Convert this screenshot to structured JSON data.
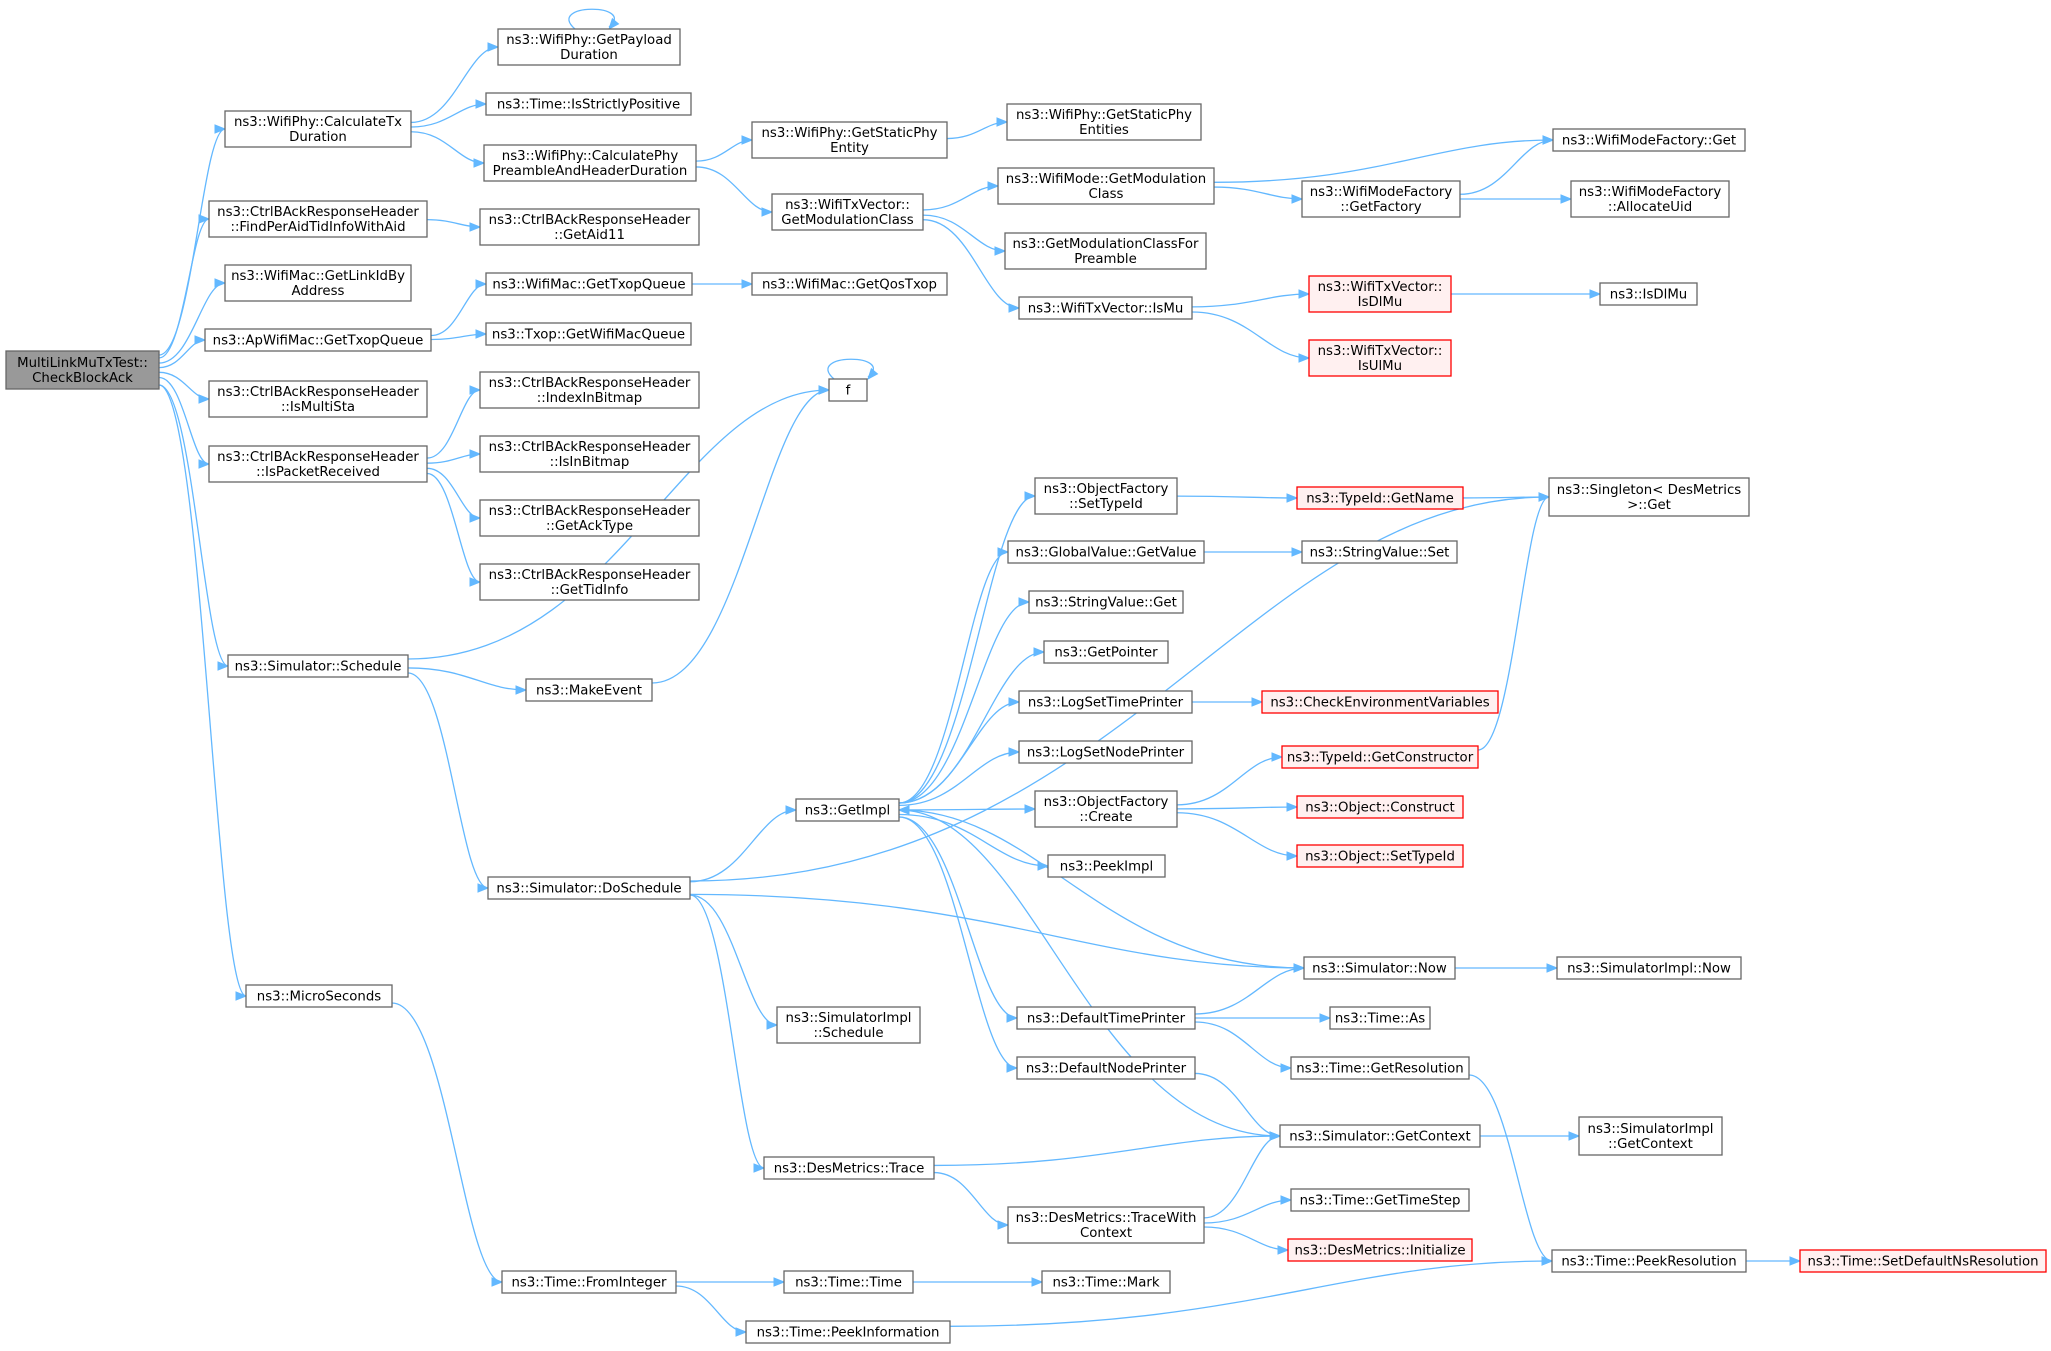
{
  "colors": {
    "edge": "#63b8ff",
    "node_border": "#666666",
    "node_fill": "#ffffff",
    "root_fill": "#999999",
    "truncated_border": "#ff0000",
    "truncated_fill": "#fff0f0"
  },
  "nodes": [
    {
      "id": "root",
      "lines": [
        "MultiLinkMuTxTest::",
        "CheckBlockAck"
      ],
      "style": "root"
    },
    {
      "id": "calcTx",
      "lines": [
        "ns3::WifiPhy::CalculateTx",
        "Duration"
      ]
    },
    {
      "id": "ctrlFind",
      "lines": [
        "ns3::CtrlBAckResponseHeader",
        "::FindPerAidTidInfoWithAid"
      ]
    },
    {
      "id": "getLinkId",
      "lines": [
        "ns3::WifiMac::GetLinkIdBy",
        "Address"
      ]
    },
    {
      "id": "apGetTxop",
      "lines": [
        "ns3::ApWifiMac::GetTxopQueue"
      ]
    },
    {
      "id": "isMultiSta",
      "lines": [
        "ns3::CtrlBAckResponseHeader",
        "::IsMultiSta"
      ]
    },
    {
      "id": "isPacketRcv",
      "lines": [
        "ns3::CtrlBAckResponseHeader",
        "::IsPacketReceived"
      ]
    },
    {
      "id": "simSchedule",
      "lines": [
        "ns3::Simulator::Schedule"
      ]
    },
    {
      "id": "microSec",
      "lines": [
        "ns3::MicroSeconds"
      ]
    },
    {
      "id": "getPayload",
      "lines": [
        "ns3::WifiPhy::GetPayload",
        "Duration"
      ]
    },
    {
      "id": "isStrictly",
      "lines": [
        "ns3::Time::IsStrictlyPositive"
      ]
    },
    {
      "id": "calcPhy",
      "lines": [
        "ns3::WifiPhy::CalculatePhy",
        "PreambleAndHeaderDuration"
      ]
    },
    {
      "id": "getAid11",
      "lines": [
        "ns3::CtrlBAckResponseHeader",
        "::GetAid11"
      ]
    },
    {
      "id": "wmGetTxop",
      "lines": [
        "ns3::WifiMac::GetTxopQueue"
      ]
    },
    {
      "id": "txopGetMacQ",
      "lines": [
        "ns3::Txop::GetWifiMacQueue"
      ]
    },
    {
      "id": "indexInBitmap",
      "lines": [
        "ns3::CtrlBAckResponseHeader",
        "::IndexInBitmap"
      ]
    },
    {
      "id": "isInBitmap",
      "lines": [
        "ns3::CtrlBAckResponseHeader",
        "::IsInBitmap"
      ]
    },
    {
      "id": "getAckType",
      "lines": [
        "ns3::CtrlBAckResponseHeader",
        "::GetAckType"
      ]
    },
    {
      "id": "getTidInfo",
      "lines": [
        "ns3::CtrlBAckResponseHeader",
        "::GetTidInfo"
      ]
    },
    {
      "id": "makeEvent",
      "lines": [
        "ns3::MakeEvent"
      ]
    },
    {
      "id": "doSchedule",
      "lines": [
        "ns3::Simulator::DoSchedule"
      ]
    },
    {
      "id": "fromInteger",
      "lines": [
        "ns3::Time::FromInteger"
      ]
    },
    {
      "id": "getStaticPhyEntity",
      "lines": [
        "ns3::WifiPhy::GetStaticPhy",
        "Entity"
      ]
    },
    {
      "id": "txvGetModClass",
      "lines": [
        "ns3::WifiTxVector::",
        "GetModulationClass"
      ]
    },
    {
      "id": "getQosTxop",
      "lines": [
        "ns3::WifiMac::GetQosTxop"
      ]
    },
    {
      "id": "f",
      "lines": [
        "f"
      ]
    },
    {
      "id": "getImpl",
      "lines": [
        "ns3::GetImpl"
      ]
    },
    {
      "id": "simImplSchedule",
      "lines": [
        "ns3::SimulatorImpl",
        "::Schedule"
      ]
    },
    {
      "id": "desTrace",
      "lines": [
        "ns3::DesMetrics::Trace"
      ]
    },
    {
      "id": "timeTime",
      "lines": [
        "ns3::Time::Time"
      ]
    },
    {
      "id": "peekInfo",
      "lines": [
        "ns3::Time::PeekInformation"
      ]
    },
    {
      "id": "getStaticPhyEntities",
      "lines": [
        "ns3::WifiPhy::GetStaticPhy",
        "Entities"
      ]
    },
    {
      "id": "wmodeGetModClass",
      "lines": [
        "ns3::WifiMode::GetModulation",
        "Class"
      ]
    },
    {
      "id": "getModClassFor",
      "lines": [
        "ns3::GetModulationClassFor",
        "Preamble"
      ]
    },
    {
      "id": "txvIsMu",
      "lines": [
        "ns3::WifiTxVector::IsMu"
      ]
    },
    {
      "id": "objSetTypeId",
      "lines": [
        "ns3::ObjectFactory",
        "::SetTypeId"
      ]
    },
    {
      "id": "gvGetValue",
      "lines": [
        "ns3::GlobalValue::GetValue"
      ]
    },
    {
      "id": "svGet",
      "lines": [
        "ns3::StringValue::Get"
      ]
    },
    {
      "id": "getPointer",
      "lines": [
        "ns3::GetPointer"
      ]
    },
    {
      "id": "logSetTime",
      "lines": [
        "ns3::LogSetTimePrinter"
      ]
    },
    {
      "id": "logSetNode",
      "lines": [
        "ns3::LogSetNodePrinter"
      ]
    },
    {
      "id": "objCreate",
      "lines": [
        "ns3::ObjectFactory",
        "::Create"
      ]
    },
    {
      "id": "peekImpl",
      "lines": [
        "ns3::PeekImpl"
      ]
    },
    {
      "id": "defTimePrinter",
      "lines": [
        "ns3::DefaultTimePrinter"
      ]
    },
    {
      "id": "defNodePrinter",
      "lines": [
        "ns3::DefaultNodePrinter"
      ]
    },
    {
      "id": "traceWithCtx",
      "lines": [
        "ns3::DesMetrics::TraceWith",
        "Context"
      ]
    },
    {
      "id": "timeMark",
      "lines": [
        "ns3::Time::Mark"
      ]
    },
    {
      "id": "txvIsDlMu",
      "lines": [
        "ns3::WifiTxVector::",
        "IsDlMu"
      ],
      "style": "truncated"
    },
    {
      "id": "txvIsUlMu",
      "lines": [
        "ns3::WifiTxVector::",
        "IsUlMu"
      ],
      "style": "truncated"
    },
    {
      "id": "typeIdGetName",
      "lines": [
        "ns3::TypeId::GetName"
      ],
      "style": "truncated"
    },
    {
      "id": "svSet",
      "lines": [
        "ns3::StringValue::Set"
      ]
    },
    {
      "id": "checkEnv",
      "lines": [
        "ns3::CheckEnvironmentVariables"
      ],
      "style": "truncated"
    },
    {
      "id": "typeIdGetCtor",
      "lines": [
        "ns3::TypeId::GetConstructor"
      ],
      "style": "truncated"
    },
    {
      "id": "objConstruct",
      "lines": [
        "ns3::Object::Construct"
      ],
      "style": "truncated"
    },
    {
      "id": "objSetTypeId2",
      "lines": [
        "ns3::Object::SetTypeId"
      ],
      "style": "truncated"
    },
    {
      "id": "simNow",
      "lines": [
        "ns3::Simulator::Now"
      ]
    },
    {
      "id": "timeAs",
      "lines": [
        "ns3::Time::As"
      ]
    },
    {
      "id": "timeGetRes",
      "lines": [
        "ns3::Time::GetResolution"
      ]
    },
    {
      "id": "simGetCtx",
      "lines": [
        "ns3::Simulator::GetContext"
      ]
    },
    {
      "id": "timeGetStep",
      "lines": [
        "ns3::Time::GetTimeStep"
      ]
    },
    {
      "id": "desInit",
      "lines": [
        "ns3::DesMetrics::Initialize"
      ],
      "style": "truncated"
    },
    {
      "id": "peekRes",
      "lines": [
        "ns3::Time::PeekResolution"
      ]
    },
    {
      "id": "wmfGet",
      "lines": [
        "ns3::WifiModeFactory::Get"
      ]
    },
    {
      "id": "wmfGetFactory",
      "lines": [
        "ns3::WifiModeFactory",
        "::GetFactory"
      ]
    },
    {
      "id": "wmfAllocUid",
      "lines": [
        "ns3::WifiModeFactory",
        "::AllocateUid"
      ]
    },
    {
      "id": "isDlMu",
      "lines": [
        "ns3::IsDlMu"
      ]
    },
    {
      "id": "singletonGet",
      "lines": [
        "ns3::Singleton< DesMetrics",
        ">::Get"
      ]
    },
    {
      "id": "simImplNow",
      "lines": [
        "ns3::SimulatorImpl::Now"
      ]
    },
    {
      "id": "simImplGetCtx",
      "lines": [
        "ns3::SimulatorImpl",
        "::GetContext"
      ]
    },
    {
      "id": "setDefaultNsRes",
      "lines": [
        "ns3::Time::SetDefaultNsResolution"
      ],
      "style": "truncated"
    }
  ],
  "edges": [
    [
      "root",
      "calcTx"
    ],
    [
      "root",
      "ctrlFind"
    ],
    [
      "root",
      "getLinkId"
    ],
    [
      "root",
      "apGetTxop"
    ],
    [
      "root",
      "isMultiSta"
    ],
    [
      "root",
      "isPacketRcv"
    ],
    [
      "root",
      "simSchedule"
    ],
    [
      "root",
      "microSec"
    ],
    [
      "calcTx",
      "getPayload"
    ],
    [
      "calcTx",
      "isStrictly"
    ],
    [
      "calcTx",
      "calcPhy"
    ],
    [
      "getPayload",
      "getPayload"
    ],
    [
      "ctrlFind",
      "getAid11"
    ],
    [
      "apGetTxop",
      "wmGetTxop"
    ],
    [
      "apGetTxop",
      "txopGetMacQ"
    ],
    [
      "isPacketRcv",
      "indexInBitmap"
    ],
    [
      "isPacketRcv",
      "isInBitmap"
    ],
    [
      "isPacketRcv",
      "getAckType"
    ],
    [
      "isPacketRcv",
      "getTidInfo"
    ],
    [
      "simSchedule",
      "f"
    ],
    [
      "simSchedule",
      "makeEvent"
    ],
    [
      "simSchedule",
      "doSchedule"
    ],
    [
      "makeEvent",
      "f"
    ],
    [
      "f",
      "f"
    ],
    [
      "microSec",
      "fromInteger"
    ],
    [
      "calcPhy",
      "getStaticPhyEntity"
    ],
    [
      "calcPhy",
      "txvGetModClass"
    ],
    [
      "getStaticPhyEntity",
      "getStaticPhyEntities"
    ],
    [
      "txvGetModClass",
      "wmodeGetModClass"
    ],
    [
      "txvGetModClass",
      "getModClassFor"
    ],
    [
      "txvGetModClass",
      "txvIsMu"
    ],
    [
      "wmGetTxop",
      "getQosTxop"
    ],
    [
      "doSchedule",
      "singletonGet"
    ],
    [
      "doSchedule",
      "getImpl"
    ],
    [
      "doSchedule",
      "simImplSchedule"
    ],
    [
      "doSchedule",
      "desTrace"
    ],
    [
      "doSchedule",
      "simNow"
    ],
    [
      "fromInteger",
      "timeTime"
    ],
    [
      "fromInteger",
      "peekInfo"
    ],
    [
      "getImpl",
      "objSetTypeId"
    ],
    [
      "getImpl",
      "gvGetValue"
    ],
    [
      "getImpl",
      "svGet"
    ],
    [
      "getImpl",
      "getPointer"
    ],
    [
      "getImpl",
      "logSetTime"
    ],
    [
      "getImpl",
      "logSetNode"
    ],
    [
      "getImpl",
      "objCreate"
    ],
    [
      "getImpl",
      "peekImpl"
    ],
    [
      "getImpl",
      "defTimePrinter"
    ],
    [
      "getImpl",
      "defNodePrinter"
    ],
    [
      "desTrace",
      "simGetCtx"
    ],
    [
      "desTrace",
      "traceWithCtx"
    ],
    [
      "timeTime",
      "timeMark"
    ],
    [
      "peekInfo",
      "peekRes"
    ],
    [
      "wmodeGetModClass",
      "wmfGet"
    ],
    [
      "wmodeGetModClass",
      "wmfGetFactory"
    ],
    [
      "wmfGetFactory",
      "wmfGet"
    ],
    [
      "wmfGetFactory",
      "wmfAllocUid"
    ],
    [
      "txvIsMu",
      "txvIsDlMu"
    ],
    [
      "txvIsMu",
      "txvIsUlMu"
    ],
    [
      "txvIsDlMu",
      "isDlMu"
    ],
    [
      "objSetTypeId",
      "typeIdGetName"
    ],
    [
      "typeIdGetName",
      "singletonGet"
    ],
    [
      "gvGetValue",
      "svSet"
    ],
    [
      "logSetTime",
      "checkEnv"
    ],
    [
      "objCreate",
      "typeIdGetCtor"
    ],
    [
      "objCreate",
      "objConstruct"
    ],
    [
      "objCreate",
      "objSetTypeId2"
    ],
    [
      "typeIdGetCtor",
      "singletonGet"
    ],
    [
      "defTimePrinter",
      "simNow"
    ],
    [
      "defTimePrinter",
      "timeAs"
    ],
    [
      "defTimePrinter",
      "timeGetRes"
    ],
    [
      "defNodePrinter",
      "simGetCtx"
    ],
    [
      "simNow",
      "getImpl"
    ],
    [
      "simNow",
      "simImplNow"
    ],
    [
      "simGetCtx",
      "getImpl"
    ],
    [
      "simGetCtx",
      "simImplGetCtx"
    ],
    [
      "traceWithCtx",
      "simGetCtx"
    ],
    [
      "traceWithCtx",
      "timeGetStep"
    ],
    [
      "traceWithCtx",
      "desInit"
    ],
    [
      "timeGetRes",
      "peekRes"
    ],
    [
      "peekRes",
      "setDefaultNsRes"
    ]
  ]
}
